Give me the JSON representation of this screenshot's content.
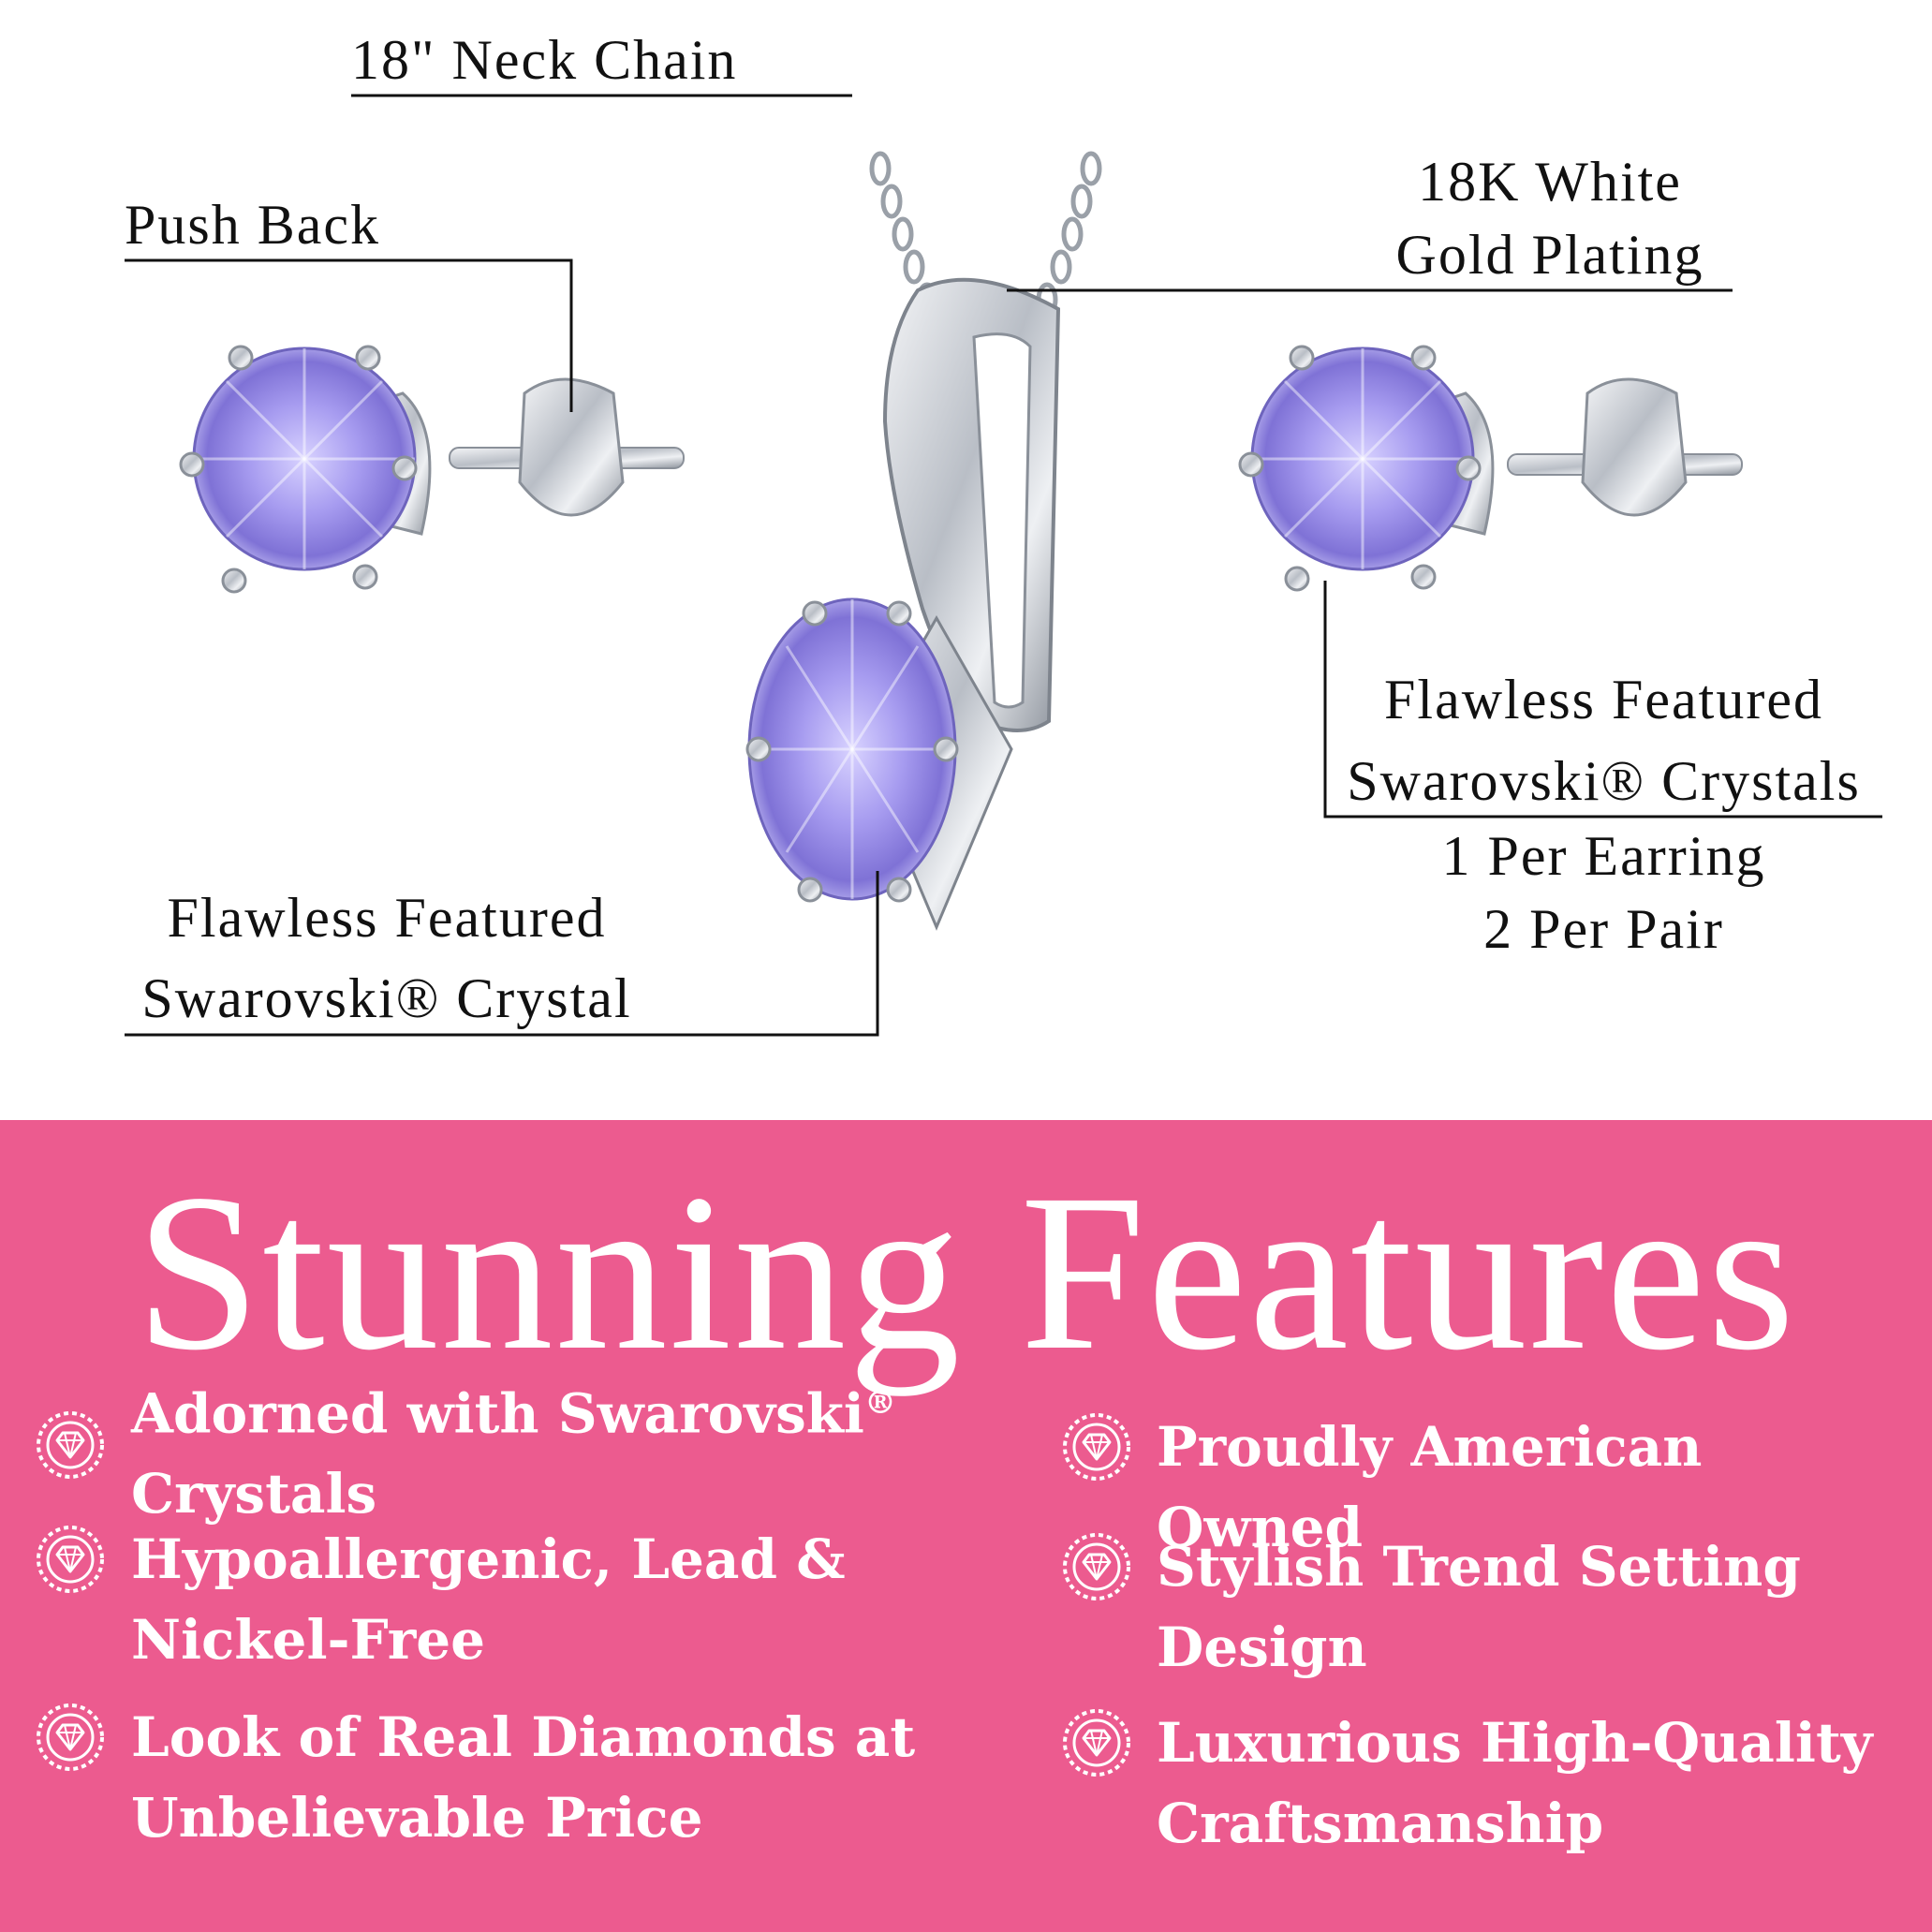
{
  "callouts": {
    "neck_chain": "18\" Neck Chain",
    "push_back": "Push Back",
    "plating_line1": "18K White",
    "plating_line2": "Gold Plating",
    "earring_crystals_line1": "Flawless Featured",
    "earring_crystals_line2": "Swarovski® Crystals",
    "per_earring": "1 Per Earring",
    "per_pair": "2 Per Pair",
    "pendant_crystal_line1": "Flawless Featured",
    "pendant_crystal_line2": "Swarovski® Crystal"
  },
  "features": {
    "headline": "Stunning Features",
    "left": [
      {
        "line1": "Adorned with Swarovski",
        "sup": "®",
        "line2": "Crystals"
      },
      {
        "line1": "Hypoallergenic, Lead &",
        "line2": "Nickel-Free"
      },
      {
        "line1": "Look of Real Diamonds at",
        "line2": "Unbelievable Price"
      }
    ],
    "right": [
      {
        "line1": "Proudly American Owned"
      },
      {
        "line1": "Stylish Trend Setting",
        "line2": "Design"
      },
      {
        "line1": "Luxurious High-Quality",
        "line2": "Craftsmanship"
      }
    ],
    "icon": "diamond-badge-icon"
  },
  "colors": {
    "banner": "#ec5b8f",
    "crystal": "#9c8ee6",
    "metal": "#c9cdd3",
    "text_dark": "#111111",
    "text_light": "#ffffff"
  }
}
